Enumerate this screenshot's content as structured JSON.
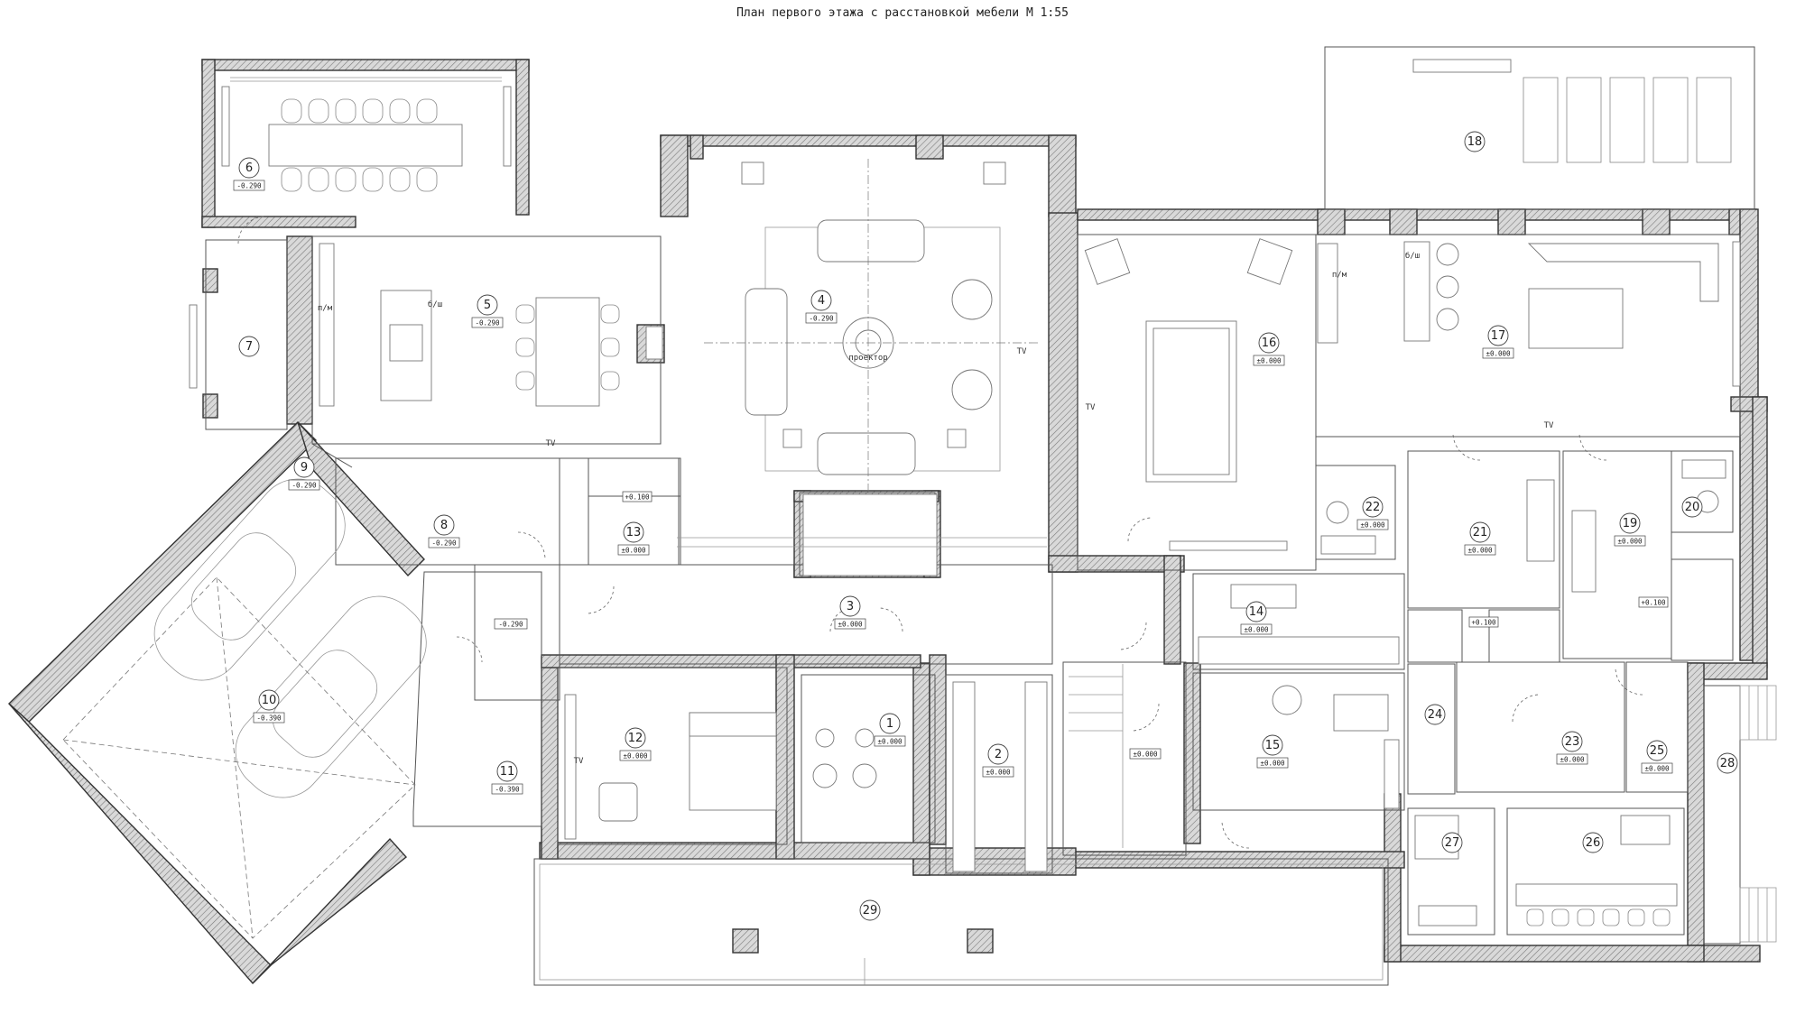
{
  "title": "План первого этажа с расстановкой мебели М 1:55",
  "rooms": [
    {
      "n": "1",
      "level": "±0.000"
    },
    {
      "n": "2",
      "level": "±0.000"
    },
    {
      "n": "3",
      "level": "±0.000"
    },
    {
      "n": "4",
      "level": "-0.290"
    },
    {
      "n": "5",
      "level": "-0.290"
    },
    {
      "n": "6",
      "level": "-0.290"
    },
    {
      "n": "7",
      "level": ""
    },
    {
      "n": "8",
      "level": "-0.290"
    },
    {
      "n": "9",
      "level": "-0.290"
    },
    {
      "n": "10",
      "level": "-0.390"
    },
    {
      "n": "11",
      "level": "-0.390"
    },
    {
      "n": "12",
      "level": "±0.000"
    },
    {
      "n": "13",
      "level": "±0.000"
    },
    {
      "n": "14",
      "level": "±0.000"
    },
    {
      "n": "15",
      "level": "±0.000"
    },
    {
      "n": "16",
      "level": "±0.000"
    },
    {
      "n": "17",
      "level": "±0.000"
    },
    {
      "n": "18",
      "level": ""
    },
    {
      "n": "19",
      "level": "±0.000"
    },
    {
      "n": "20",
      "level": ""
    },
    {
      "n": "21",
      "level": "±0.000"
    },
    {
      "n": "22",
      "level": "±0.000"
    },
    {
      "n": "23",
      "level": "±0.000"
    },
    {
      "n": "24",
      "level": ""
    },
    {
      "n": "25",
      "level": "±0.000"
    },
    {
      "n": "26",
      "level": ""
    },
    {
      "n": "27",
      "level": ""
    },
    {
      "n": "28",
      "level": ""
    },
    {
      "n": "29",
      "level": ""
    }
  ],
  "extra_levels": {
    "hall_corridor": "-0.290",
    "bath_13": "+0.100",
    "stair": "±0.000",
    "bath_21a": "+0.100",
    "bath_19": "+0.100"
  },
  "labels": {
    "tv": "TV",
    "projector": "проектор",
    "bsh": "б/ш",
    "pm": "п/м"
  }
}
